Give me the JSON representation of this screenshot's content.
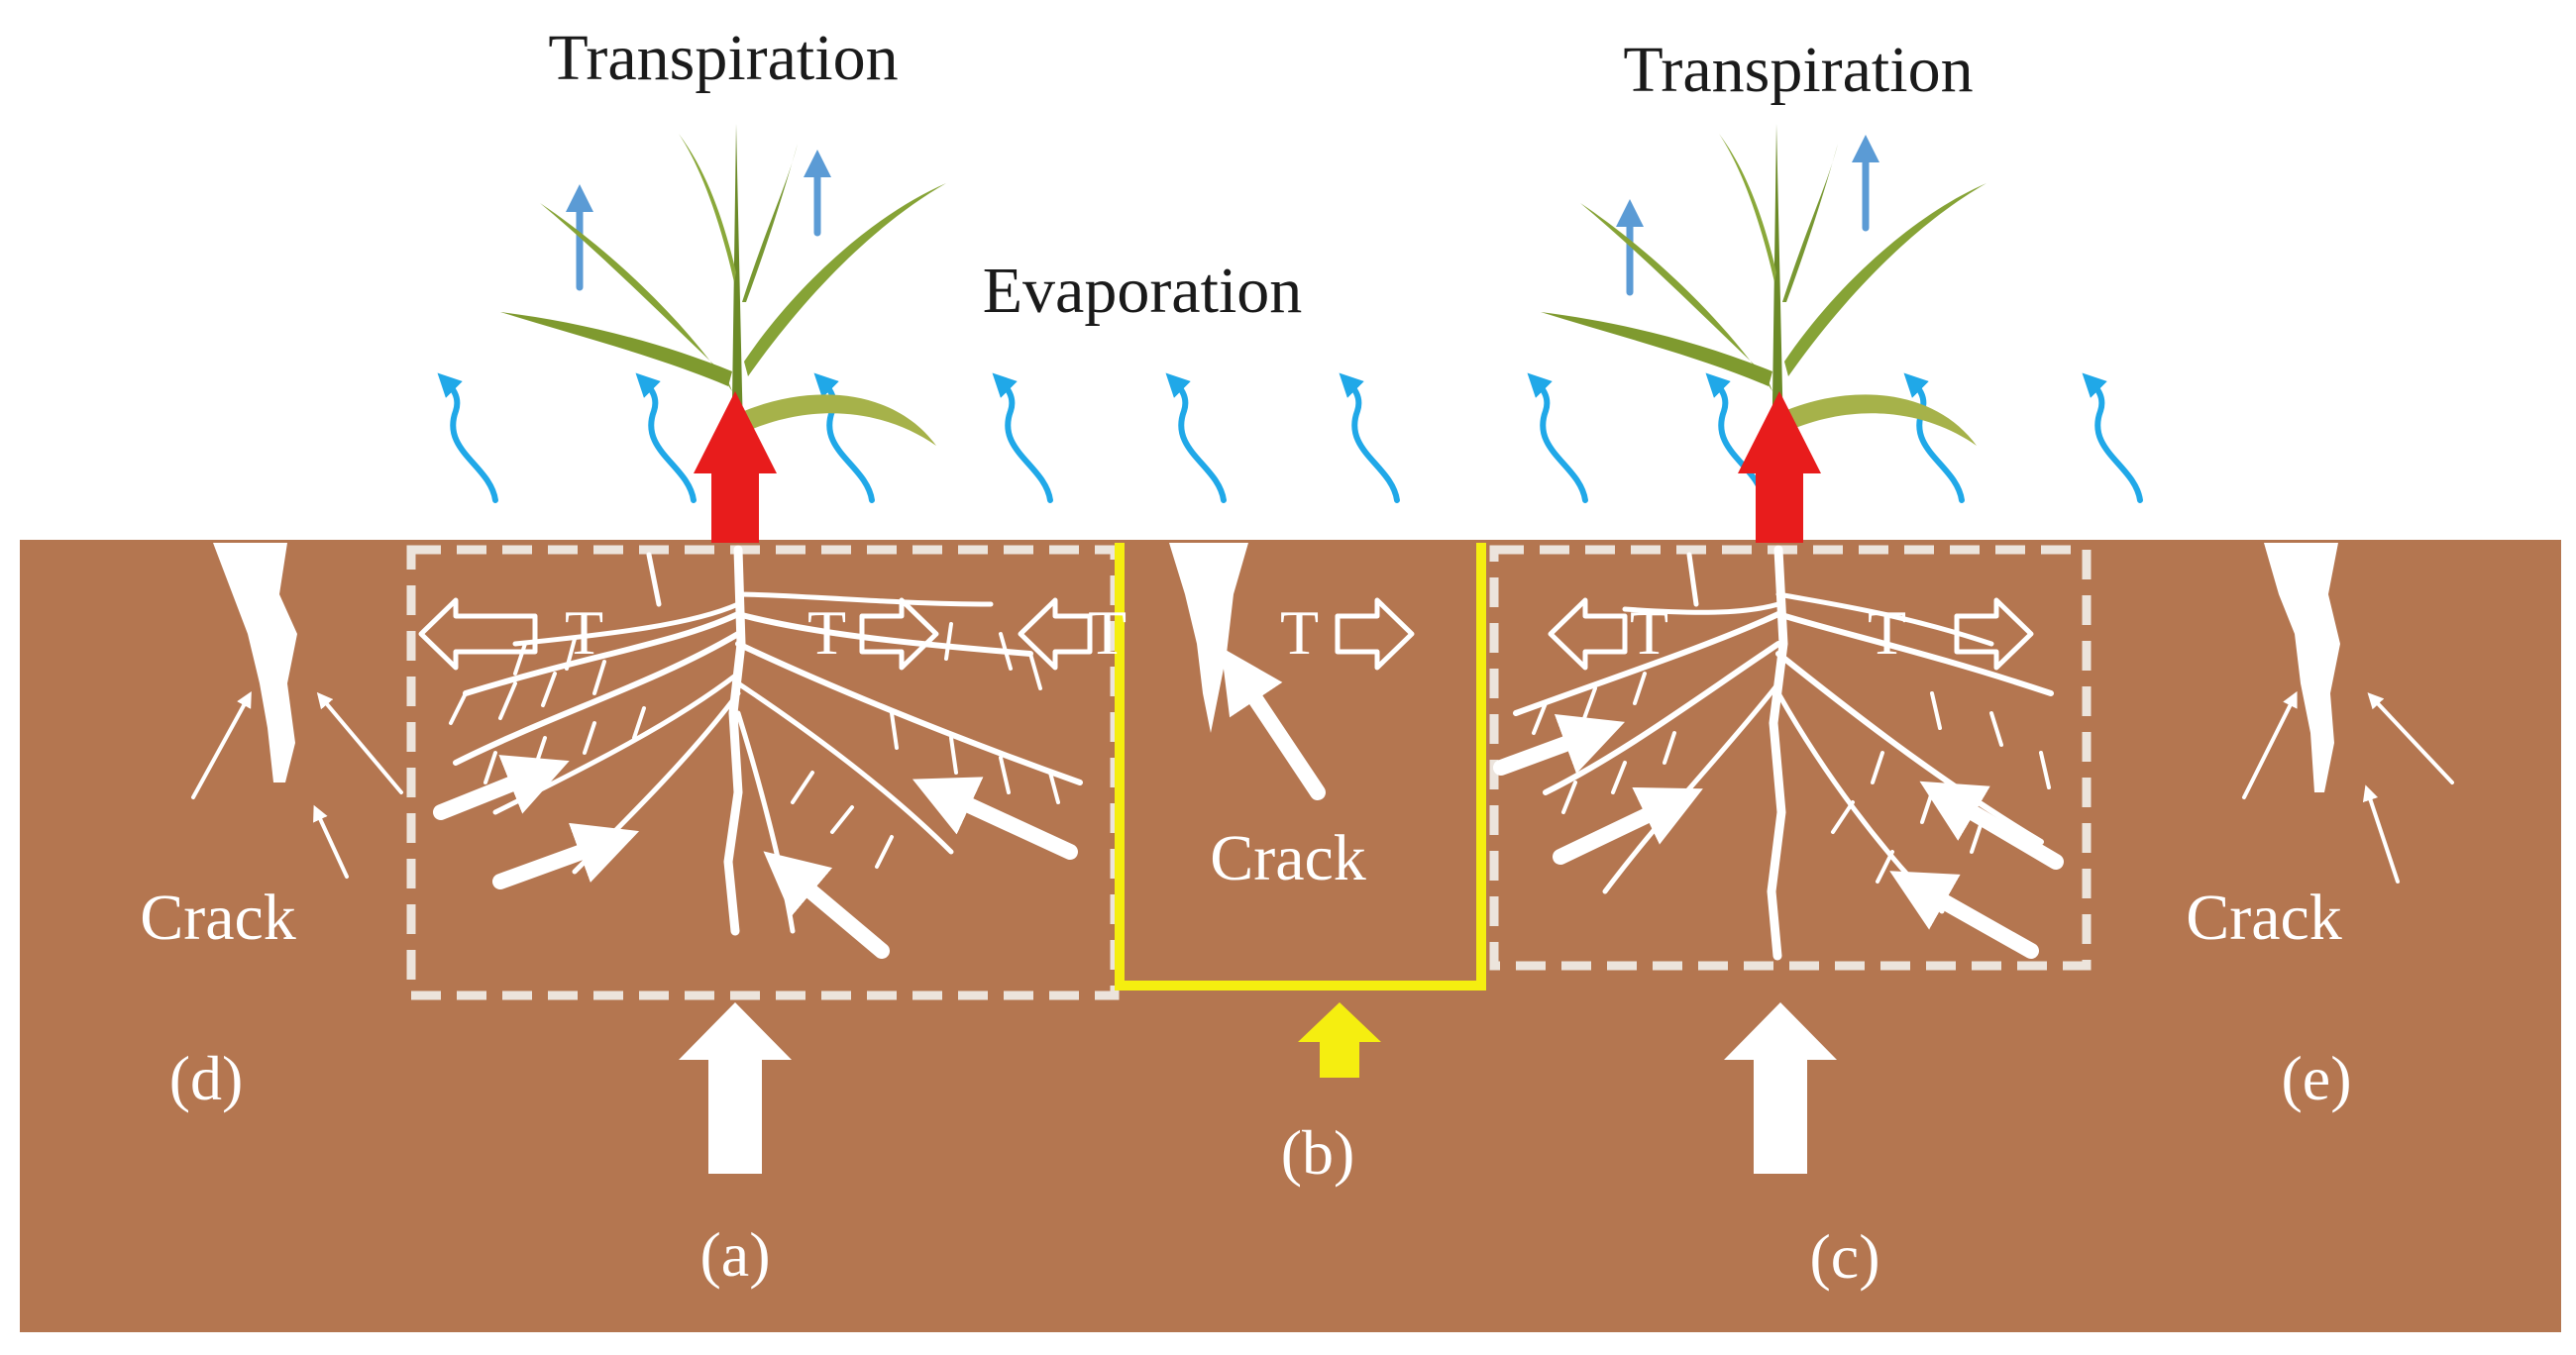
{
  "labels": {
    "transpiration_left": "Transpiration",
    "transpiration_right": "Transpiration",
    "evaporation": "Evaporation",
    "crack_d": "Crack",
    "crack_b": "Crack",
    "crack_e": "Crack",
    "panel_a": "(a)",
    "panel_b": "(b)",
    "panel_c": "(c)",
    "panel_d": "(d)",
    "panel_e": "(e)",
    "t_a_left": "T",
    "t_a_right": "T",
    "t_b_left": "T",
    "t_b_right": "T",
    "t_c_left": "T",
    "t_c_right": "T"
  },
  "colors": {
    "soil": "#b47650",
    "root": "#ffffff",
    "dashed_box": "#ece4dc",
    "crack_box_outline": "#f5ee10",
    "crack_box_arrow": "#f5ee10",
    "transpiration_arrow": "#e81c1c",
    "transpiration_flux_arrow": "#5b9bd5",
    "evaporation_arrow": "#20a8e8",
    "leaf": "#7f9a2f",
    "text": "#1a1a1a",
    "text_on_soil": "#ffffff"
  },
  "icons": {
    "plant_left": "maize-seedling-icon",
    "plant_right": "maize-seedling-icon"
  }
}
